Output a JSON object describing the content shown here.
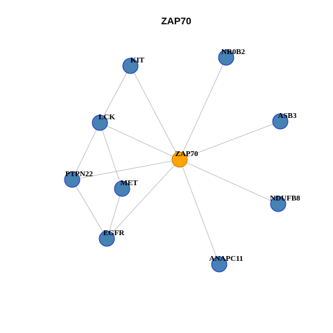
{
  "title": "ZAP70",
  "colors": {
    "hub_fill": "#FFA500",
    "hub_stroke": "#C87800",
    "node_fill": "#4682B4",
    "node_stroke": "#1C34C8",
    "edge": "#B4B4B4",
    "label": "#000000",
    "title": "#000000"
  },
  "nodes": [
    {
      "id": "ZAP70",
      "label": "ZAP70",
      "hub": true
    },
    {
      "id": "KIT",
      "label": "KIT",
      "hub": false
    },
    {
      "id": "NR0B2",
      "label": "NR0B2",
      "hub": false
    },
    {
      "id": "LCK",
      "label": "LCK",
      "hub": false
    },
    {
      "id": "ASB3",
      "label": "ASB3",
      "hub": false
    },
    {
      "id": "PTPN22",
      "label": "PTPN22",
      "hub": false
    },
    {
      "id": "MET",
      "label": "MET",
      "hub": false
    },
    {
      "id": "NDUFB8",
      "label": "NDUFB8",
      "hub": false
    },
    {
      "id": "EGFR",
      "label": "EGFR",
      "hub": false
    },
    {
      "id": "ANAPC11",
      "label": "ANAPC11",
      "hub": false
    }
  ],
  "edges": [
    [
      "ZAP70",
      "KIT"
    ],
    [
      "ZAP70",
      "NR0B2"
    ],
    [
      "ZAP70",
      "LCK"
    ],
    [
      "ZAP70",
      "ASB3"
    ],
    [
      "ZAP70",
      "PTPN22"
    ],
    [
      "ZAP70",
      "NDUFB8"
    ],
    [
      "ZAP70",
      "EGFR"
    ],
    [
      "ZAP70",
      "ANAPC11"
    ],
    [
      "KIT",
      "LCK"
    ],
    [
      "LCK",
      "PTPN22"
    ],
    [
      "LCK",
      "MET"
    ],
    [
      "PTPN22",
      "EGFR"
    ],
    [
      "MET",
      "EGFR"
    ]
  ]
}
